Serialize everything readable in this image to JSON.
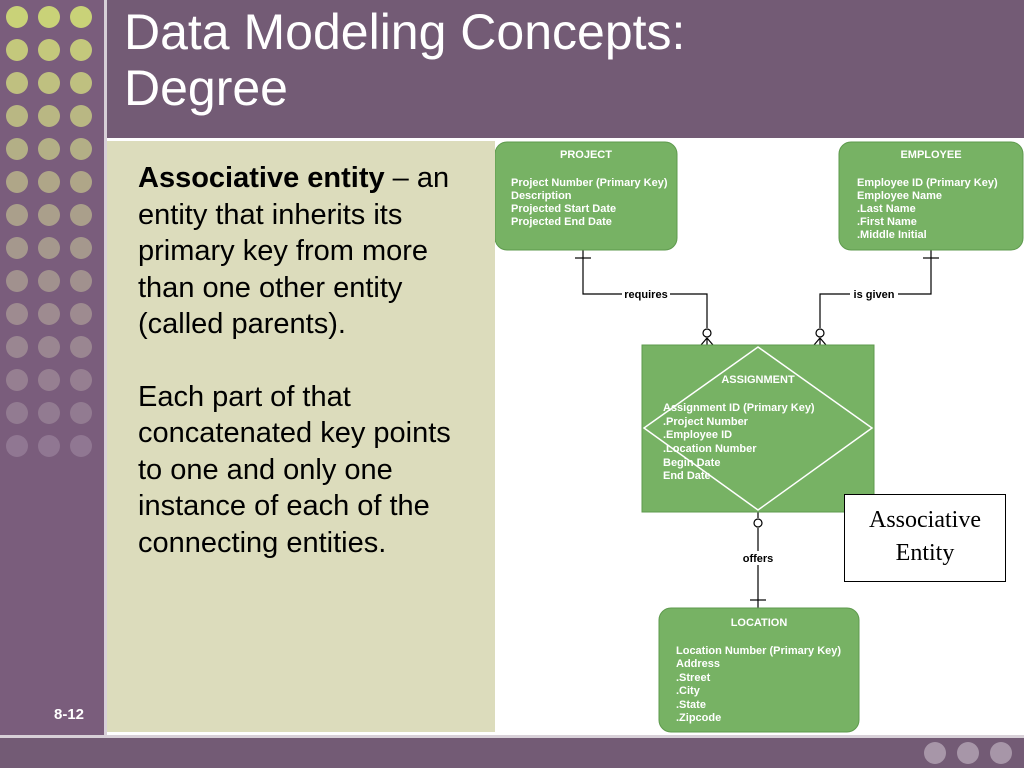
{
  "slide": {
    "title_lines": [
      "Data Modeling Concepts:",
      "Degree"
    ],
    "slide_number": "8-12"
  },
  "body": {
    "para1_term": "Associative entity",
    "para1_rest": " – an entity that inherits its primary key from more than one other entity (called parents).",
    "para2": "Each part of that concatenated key points to one and only one instance of each of the connecting entities."
  },
  "diagram": {
    "entities": [
      {
        "name": "PROJECT",
        "attributes": [
          "Project Number (Primary Key)",
          "Description",
          "Projected Start Date",
          "Projected End Date"
        ]
      },
      {
        "name": "EMPLOYEE",
        "attributes": [
          "Employee ID (Primary Key)",
          "Employee Name",
          ".Last Name",
          ".First Name",
          ".Middle Initial"
        ]
      },
      {
        "name": "ASSIGNMENT",
        "attributes": [
          "Assignment ID (Primary Key)",
          ".Project Number",
          ".Employee ID",
          ".Location Number",
          "Begin Date",
          "End Date"
        ]
      },
      {
        "name": "LOCATION",
        "attributes": [
          "Location Number (Primary Key)",
          "Address",
          ".Street",
          ".City",
          ".State",
          ".Zipcode"
        ]
      }
    ],
    "relationships": [
      "requires",
      "is given",
      "offers"
    ]
  },
  "callout": {
    "line1": "Associative",
    "line2": "Entity"
  },
  "colors": {
    "entity_fill": "#77b264",
    "entity_stroke": "#5e9a4d",
    "title_bar": "#735b75",
    "panel": "#dcdcbc"
  }
}
